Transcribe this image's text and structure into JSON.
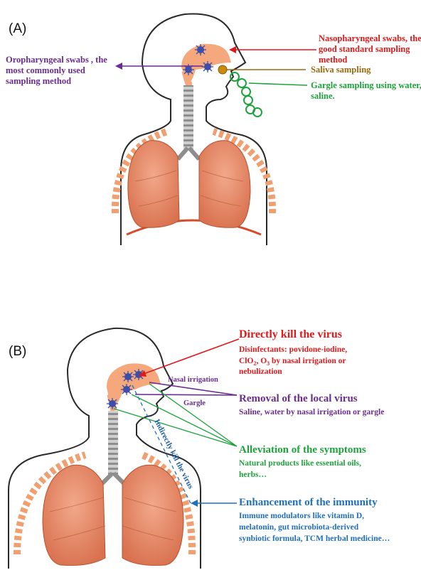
{
  "panel_a": {
    "label": "(A)",
    "nasopharyngeal": [
      "Nasopharyngeal swabs, the",
      "good standard sampling",
      "method"
    ],
    "oropharyngeal": [
      "Oropharyngeal swabs , the",
      "most commonly used",
      "sampling method"
    ],
    "saliva": "Saliva sampling",
    "gargle": [
      "Gargle sampling using water,",
      "saline."
    ]
  },
  "panel_b": {
    "label": "(B)",
    "kill_title": "Directly kill the virus",
    "kill_line1": "Disinfectants: povidone-iodine,",
    "kill_line2_a": "ClO",
    "kill_line2_sub1": "2",
    "kill_line2_b": ", O",
    "kill_line2_sub2": "3",
    "kill_line2_c": " by nasal irrigation or",
    "kill_line3": "nebulization",
    "nasal_irrigation": "Nasal irrigation",
    "gargle": "Gargle",
    "removal_title": "Removal of the local virus",
    "removal_desc": "Saline, water by nasal irrigation or gargle",
    "indirect": "Indirectly kill the virus",
    "alleviation_title": "Alleviation of the symptoms",
    "alleviation_desc": [
      "Natural products like essential oils,",
      "herbs…"
    ],
    "immunity_title": "Enhancement of the immunity",
    "immunity_desc": [
      "Immune modulators like vitamin D,",
      "melatonin, gut microbiota-derived",
      "synbiotic formula, TCM herbal medicine…"
    ]
  },
  "colors": {
    "red": "#e0191b",
    "purple": "#6a2c91",
    "brown": "#9a6a12",
    "green": "#1ea33c",
    "blue": "#1f6fbf",
    "lung": "#e58a6a",
    "airway": "#f4a87c"
  }
}
